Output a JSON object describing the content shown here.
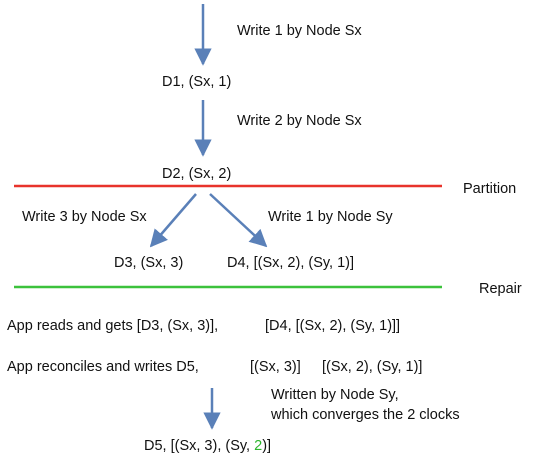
{
  "nodes": {
    "d1": "D1, (Sx, 1)",
    "d2": "D2, (Sx, 2)",
    "d3": "D3, (Sx, 3)",
    "d4": "D4, [(Sx, 2), (Sy, 1)]",
    "d5_prefix": "D5, [(Sx, 3), (Sy, ",
    "d5_counter": "2",
    "d5_suffix": ")]"
  },
  "edges": {
    "write1_sx": "Write 1 by Node Sx",
    "write2_sx": "Write 2 by Node Sx",
    "write3_sx": "Write 3 by Node Sx",
    "write1_sy": "Write 1 by Node Sy",
    "written_sy_line1": "Written by Node Sy,",
    "written_sy_line2": "which converges the 2 clocks"
  },
  "dividers": {
    "partition": "Partition",
    "repair": "Repair"
  },
  "app": {
    "reads": "App reads and gets [D3, (Sx, 3)],",
    "reads_second": "[D4, [(Sx, 2), (Sy, 1)]]",
    "reconciles": "App reconciles and writes D5,",
    "clock_a": "[(Sx, 3)]",
    "clock_b": "[(Sx, 2), (Sy, 1)]"
  },
  "colors": {
    "arrow": "#5a80b8",
    "partition_line": "#e8332b",
    "repair_line": "#3cc23c",
    "converged_counter": "#2db52d"
  }
}
